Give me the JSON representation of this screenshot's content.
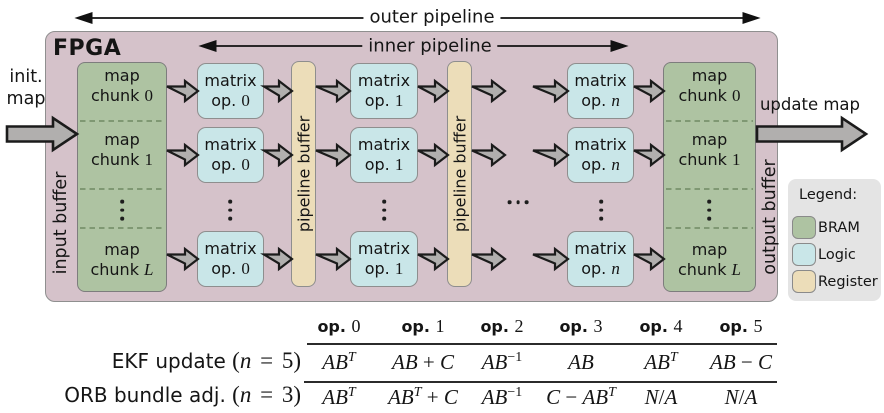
{
  "colors": {
    "fpga_fill": "#d5c2ca",
    "bram_fill": "#aec3a2",
    "logic_fill": "#c9e6e8",
    "register_fill": "#ecddb9",
    "legend_fill": "#e4e4e4",
    "arrow_fill": "#b1afae"
  },
  "pipelines": {
    "outer_label": "outer pipeline",
    "inner_label": "inner pipeline"
  },
  "fpga_label": "FPGA",
  "io": {
    "init_line1": "init.",
    "init_line2": "map",
    "update_label": "update map"
  },
  "input_buffer": {
    "label": "input buffer",
    "chunks": [
      {
        "line1": "map",
        "line2": "chunk",
        "suffix": "0"
      },
      {
        "line1": "map",
        "line2": "chunk",
        "suffix": "1"
      },
      {
        "line1": "map",
        "line2": "chunk",
        "suffix": "L"
      }
    ]
  },
  "output_buffer": {
    "label": "output buffer",
    "chunks": [
      {
        "line1": "map",
        "line2": "chunk",
        "suffix": "0"
      },
      {
        "line1": "map",
        "line2": "chunk",
        "suffix": "1"
      },
      {
        "line1": "map",
        "line2": "chunk",
        "suffix": "L"
      }
    ]
  },
  "matrix_columns": [
    {
      "line1": "matrix",
      "line2": "op.",
      "suffix": "0"
    },
    {
      "line1": "matrix",
      "line2": "op.",
      "suffix": "1"
    },
    {
      "line1": "matrix",
      "line2": "op.",
      "suffix": "n"
    }
  ],
  "pipeline_buffer_label": "pipeline buffer",
  "legend": {
    "title": "Legend:",
    "items": [
      {
        "label": "BRAM"
      },
      {
        "label": "Logic"
      },
      {
        "label": "Register"
      }
    ]
  },
  "table": {
    "headers": [
      {
        "prefix": "op.",
        "num": "0"
      },
      {
        "prefix": "op.",
        "num": "1"
      },
      {
        "prefix": "op.",
        "num": "2"
      },
      {
        "prefix": "op.",
        "num": "3"
      },
      {
        "prefix": "op.",
        "num": "4"
      },
      {
        "prefix": "op.",
        "num": "5"
      }
    ],
    "rows": [
      {
        "label_text": "EKF update ",
        "label_math": "(n = 5)",
        "cells": [
          "AB^T",
          "AB + C",
          "AB^{−1}",
          "AB",
          "AB^T",
          "AB − C"
        ]
      },
      {
        "label_text": "ORB bundle adj. ",
        "label_math": "(n = 3)",
        "cells": [
          "AB^T",
          "AB^T + C",
          "AB^{−1}",
          "C − AB^T",
          "N/A",
          "N/A"
        ]
      }
    ]
  }
}
